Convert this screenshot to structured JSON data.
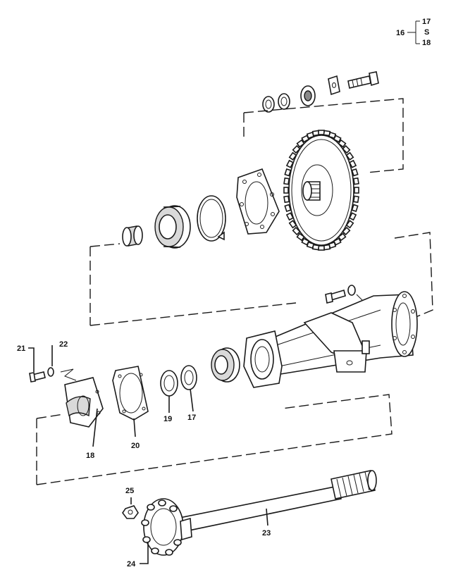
{
  "callouts": {
    "c16": "16",
    "c17_top": "17",
    "c_s": "S",
    "c18_top": "18",
    "c21": "21",
    "c22": "22",
    "c19": "19",
    "c17": "17",
    "c18": "18",
    "c20": "20",
    "c25": "25",
    "c23": "23",
    "c24": "24"
  }
}
